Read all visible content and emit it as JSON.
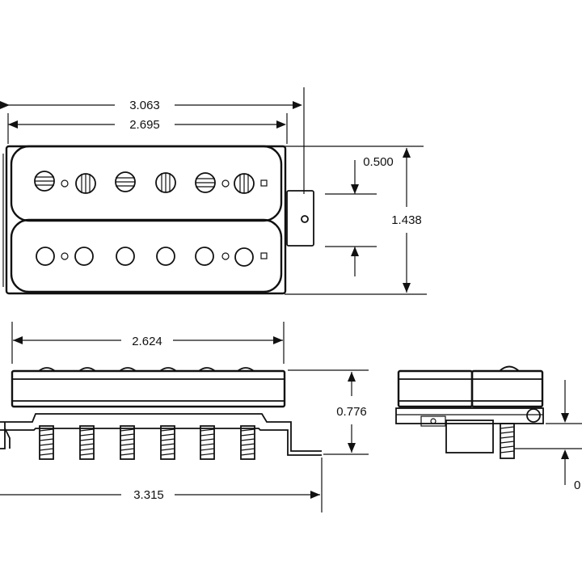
{
  "dimensions": {
    "outer_length": "3.063",
    "cover_length": "2.695",
    "pole_spacing": "0.500",
    "width": "1.438",
    "base_length": "2.624",
    "height": "0.776",
    "total_length": "3.315",
    "side_cutoff": "0"
  },
  "colors": {
    "line": "#111111",
    "background": "#ffffff"
  }
}
